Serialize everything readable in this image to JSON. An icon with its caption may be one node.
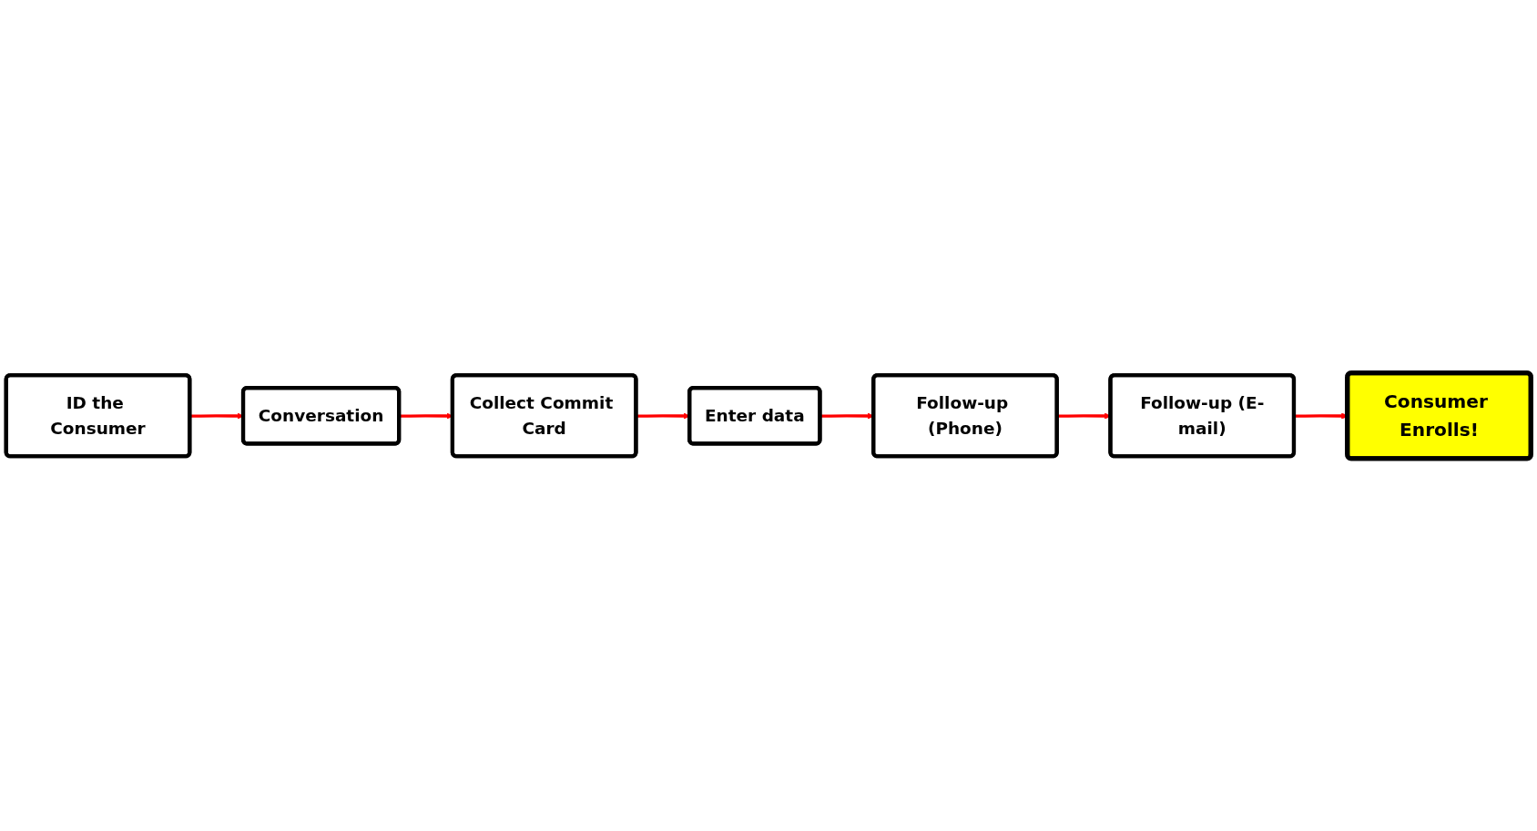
{
  "diagram": {
    "nodes": [
      {
        "text": [
          "ID the Consumer"
        ]
      },
      {
        "text": [
          "Conversation"
        ]
      },
      {
        "text": [
          "Collect Commit Card"
        ]
      },
      {
        "text": [
          "Enter data"
        ]
      },
      {
        "text": [
          "Follow-up (Phone)"
        ]
      },
      {
        "text": [
          "Follow-up (E-mail)"
        ]
      },
      {
        "text": [
          "Consumer Enrolls!"
        ]
      }
    ],
    "edges": [
      {
        "from": 0,
        "to": 1,
        "arrow": "to"
      },
      {
        "from": 1,
        "to": 2,
        "arrow": "to"
      },
      {
        "from": 2,
        "to": 3,
        "arrow": "to"
      },
      {
        "from": 3,
        "to": 4,
        "arrow": "to"
      },
      {
        "from": 4,
        "to": 5,
        "arrow": "to"
      },
      {
        "from": 5,
        "to": 6,
        "arrow": "to"
      }
    ]
  }
}
